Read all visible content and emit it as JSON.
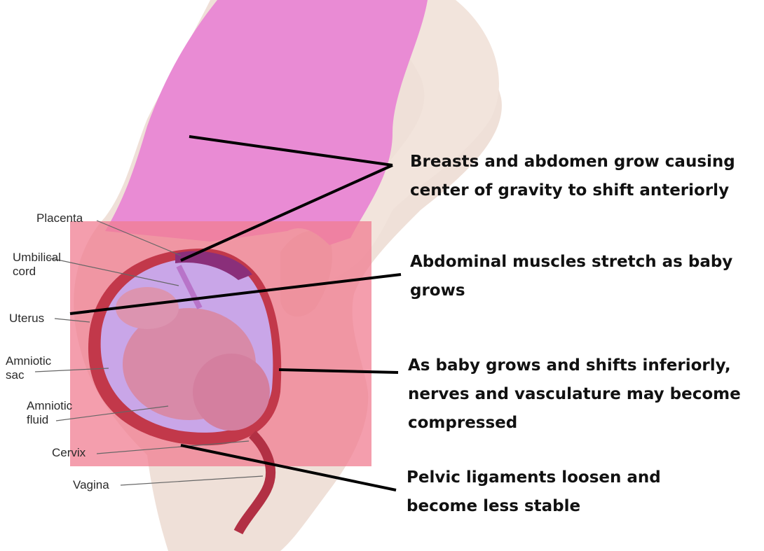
{
  "anatomy_labels": {
    "placenta": "Placenta",
    "umbilical_cord": "Umbilical\ncord",
    "uterus": "Uterus",
    "amniotic_sac": "Amniotic\nsac",
    "amniotic_fluid": "Amniotic\nfluid",
    "cervix": "Cervix",
    "vagina": "Vagina"
  },
  "callouts": {
    "breasts_abdomen": "Breasts and abdomen grow causing\ncenter of gravity to shift anteriorly",
    "abdominal_muscles": "Abdominal muscles stretch as baby\ngrows",
    "baby_shifts": "As baby grows and shifts inferiorly,\nnerves and vasculature may become\ncompressed",
    "pelvic_ligaments": "Pelvic ligaments loosen and\nbecome less stable"
  },
  "colors": {
    "shirt": "#e98bd4",
    "skin": "#efe0d8",
    "uterus_wall": "#c2384a",
    "amniotic_fluid": "#c9a6e8",
    "fetus": "#d88aa8",
    "highlight_band": "#f07d92",
    "leader_line": "#000000"
  }
}
